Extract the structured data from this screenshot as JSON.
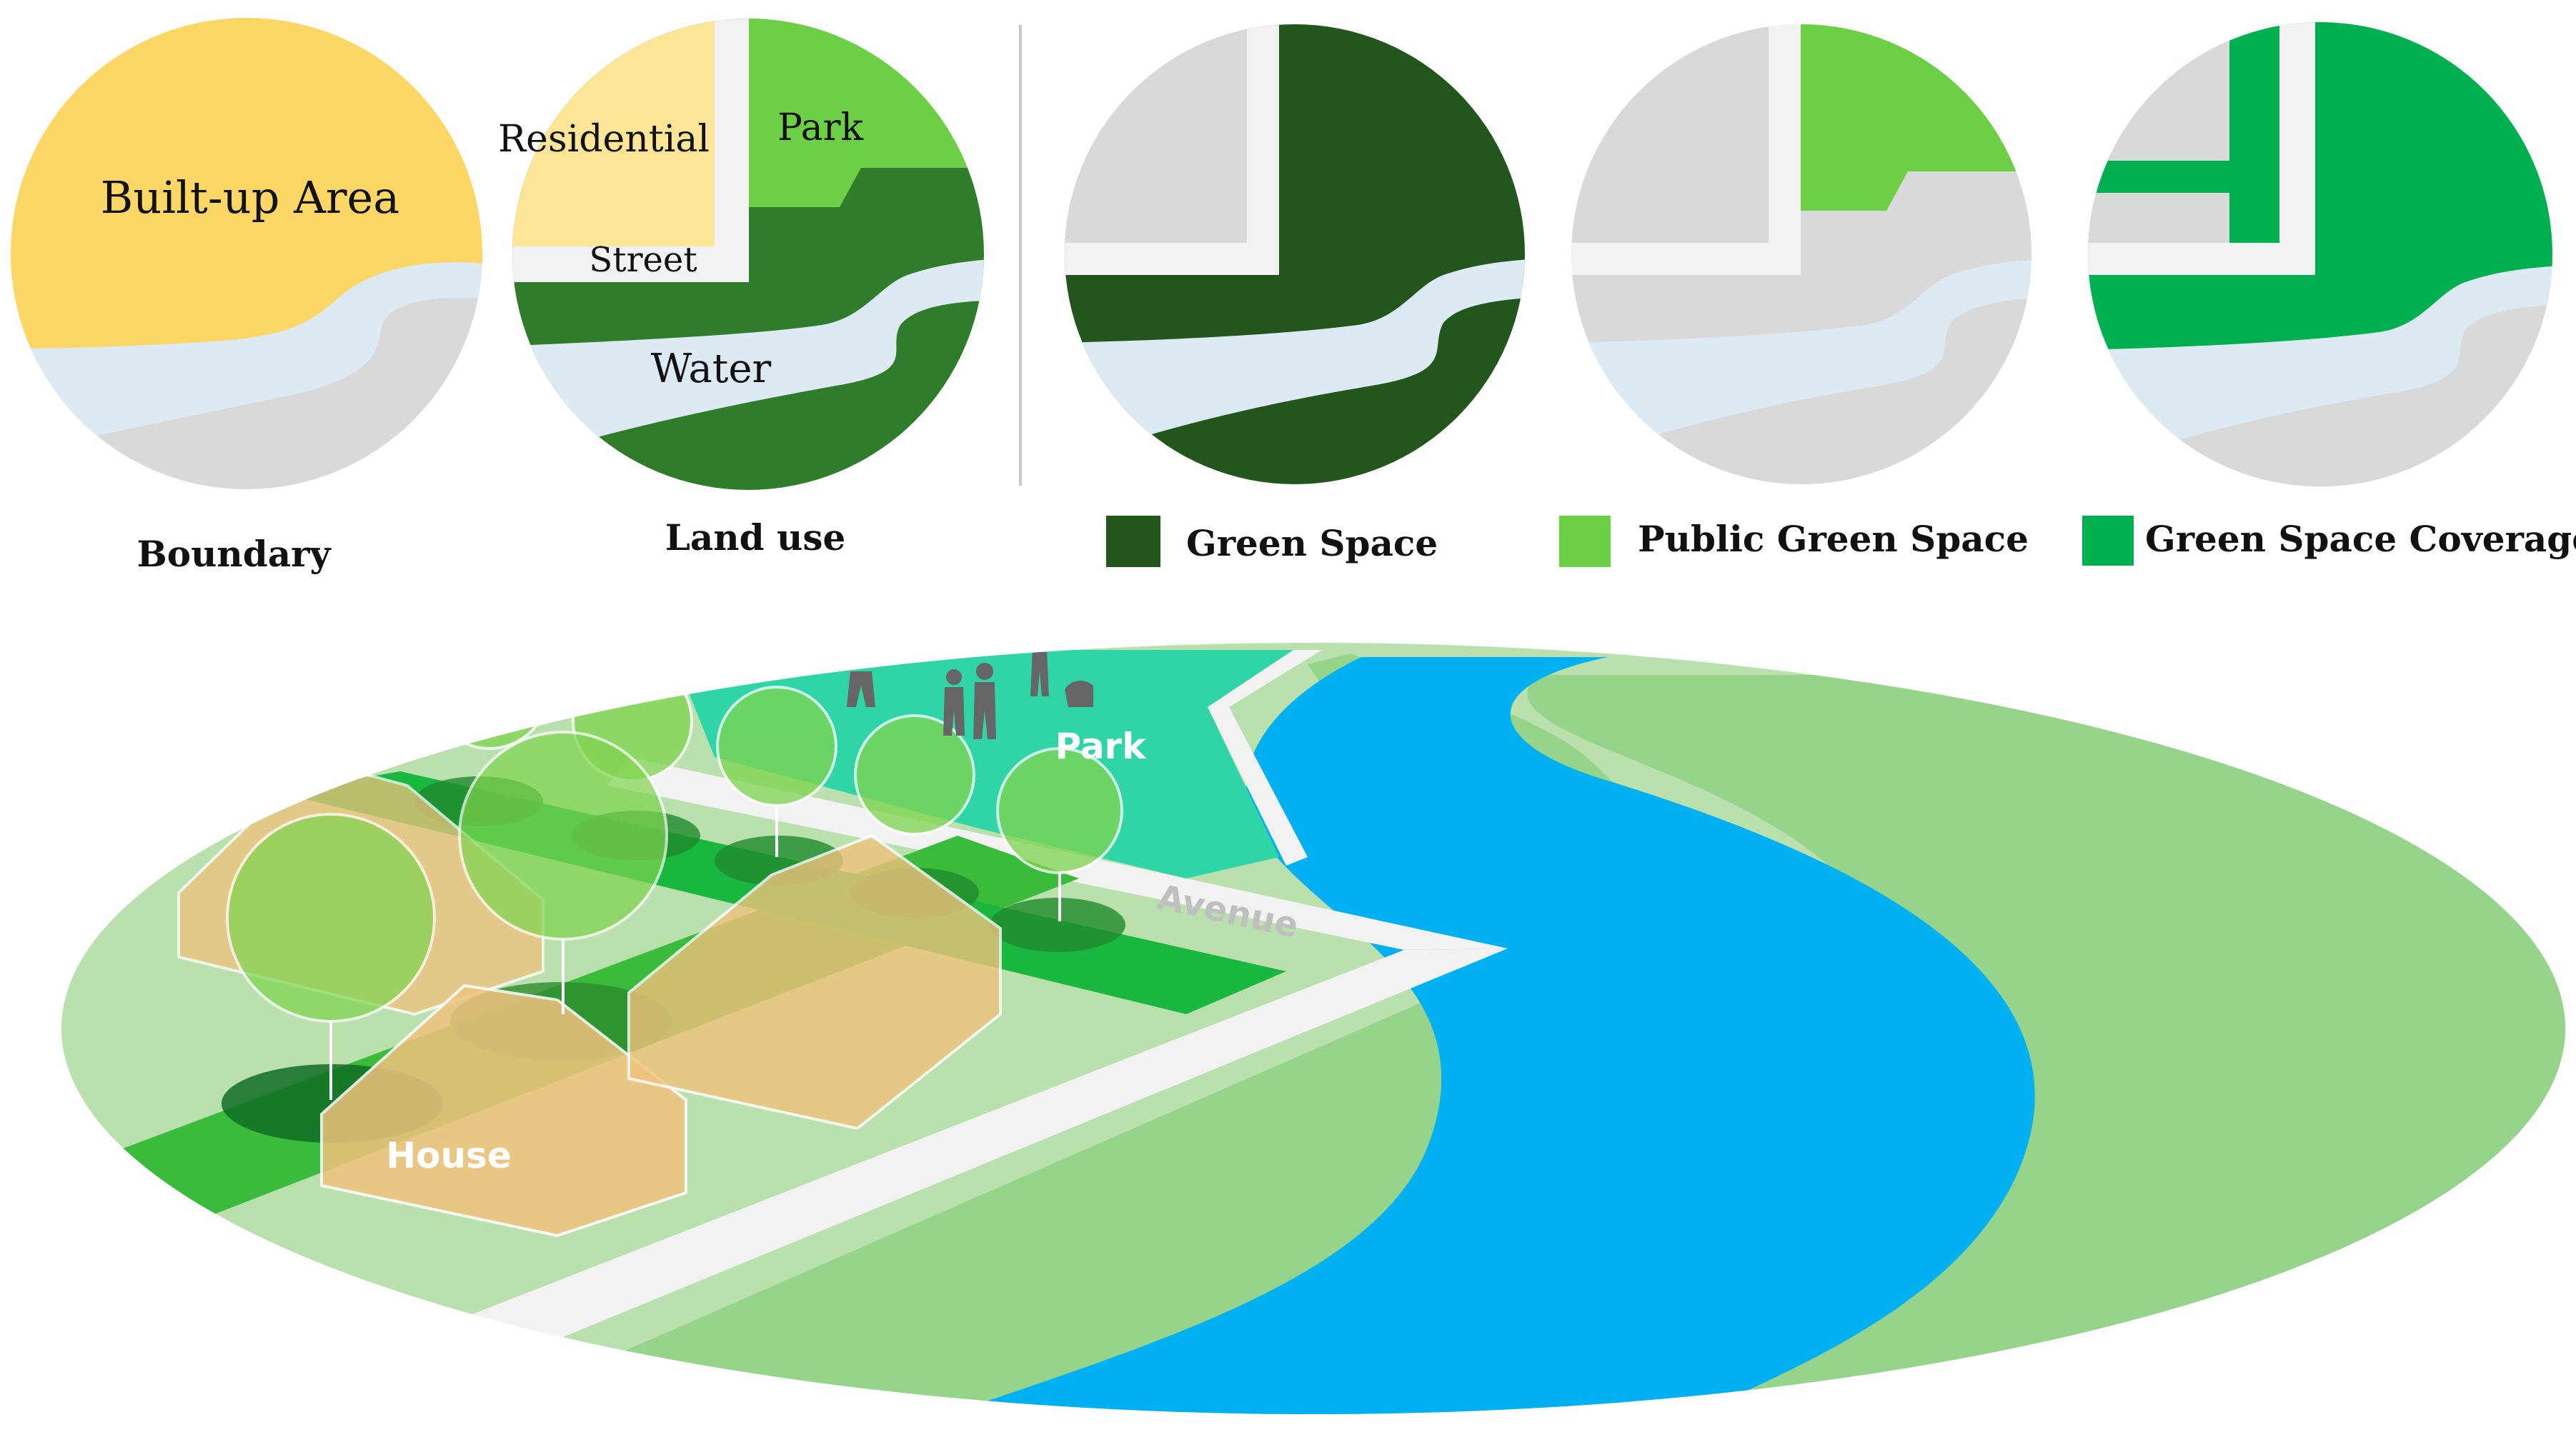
{
  "colors": {
    "built_up": "#fdd766",
    "residential": "#fde597",
    "water": "#dde9f3",
    "water_river": "#00b0f0",
    "street": "#f2f2f2",
    "other": "#d9d9d9",
    "green_space": "#22561c",
    "landuse_green": "#2f7d2a",
    "public_green_space": "#6dcf46",
    "green_space_coverage": "#00b050",
    "ground_light": "#b9e0ad",
    "ground_mid": "#96d38b",
    "park_fill": "#30d5a7",
    "house_fill": "#f1c27d",
    "tree_fill": "#7fd44f"
  },
  "circles": {
    "boundary": {
      "area_label": "Built-up Area",
      "caption": "Boundary"
    },
    "land_use": {
      "residential_label": "Residential",
      "park_label": "Park",
      "street_label": "Street",
      "water_label": "Water",
      "caption": "Land use"
    }
  },
  "legend": [
    {
      "label": "Green Space",
      "color_key": "green_space"
    },
    {
      "label": "Public Green Space",
      "color_key": "public_green_space"
    },
    {
      "label": "Green Space Coverage",
      "color_key": "green_space_coverage"
    }
  ],
  "scene": {
    "park_label": "Park",
    "avenue_label": "Avenue",
    "house_label": "House"
  }
}
